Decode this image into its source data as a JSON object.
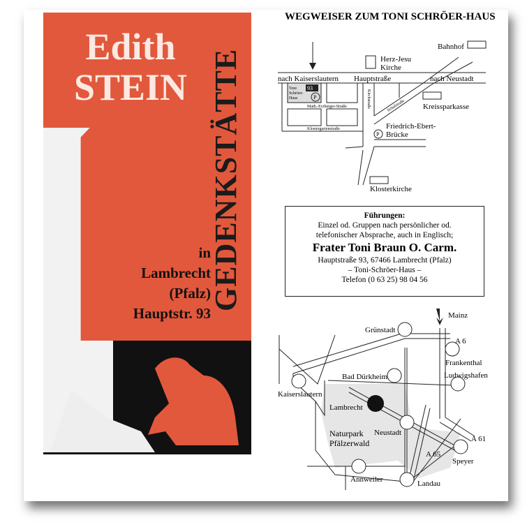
{
  "cover": {
    "title_line1": "Edith",
    "title_line2": "STEIN",
    "vertical_title": "GEDENKSTÄTTE",
    "subtitle": [
      "in",
      "Lambrecht",
      "(Pfalz)",
      "Hauptstr. 93"
    ],
    "colors": {
      "red": "#e2583c",
      "black": "#111111"
    }
  },
  "wegweiser": {
    "title": "WEGWEISER ZUM TONI SCHRÖER-HAUS",
    "labels": {
      "bahnhof": "Bahnhof",
      "herz_jesu": [
        "Herz-Jesu",
        "Kirche"
      ],
      "nach_kl": "nach Kaiserslautern",
      "hauptstrasse": "Hauptstraße",
      "nach_neustadt": "nach Neustadt",
      "house": [
        "Toni",
        "Schröer-",
        "Haus"
      ],
      "number": "93",
      "parking": "P",
      "erzberger": "Math.-Erzberger-Straße",
      "klostergarten": "Klostergartenstraße",
      "kirchstrasse": "Kirchstraße",
      "schulstrasse": "Schulstraße",
      "kreissparkasse": "Kreissparkasse",
      "brucke": [
        "Friedrich-Ebert-",
        "Brücke"
      ],
      "klosterkirche": "Klosterkirche"
    }
  },
  "info": {
    "heading": "Führungen:",
    "lines": [
      "Einzel od. Gruppen nach persönlicher od.",
      "telefonischer Absprache, auch in Englisch;"
    ],
    "name": "Frater Toni Braun O. Carm.",
    "address": "Hauptstraße 93, 67466 Lambrecht (Pfalz)",
    "house": "– Toni-Schröer-Haus –",
    "phone": "Telefon (0 63 25) 98 04 56"
  },
  "region_map": {
    "labels": {
      "mainz": "Mainz",
      "grunstadt": "Grünstadt",
      "a6": "A 6",
      "frankenthal": "Frankenthal",
      "ludwigshafen": "Ludwigshafen",
      "bad_durkheim": "Bad Dürkheim",
      "kaiserslautern": "Kaiserslautern",
      "lambrecht": "Lambrecht",
      "neustadt": "Neustadt",
      "naturpark": [
        "Naturpark",
        "Pfälzerwald"
      ],
      "a61": "A 61",
      "a65": "A 65",
      "speyer": "Speyer",
      "annweiler": "Annweiler",
      "landau": "Landau"
    }
  }
}
